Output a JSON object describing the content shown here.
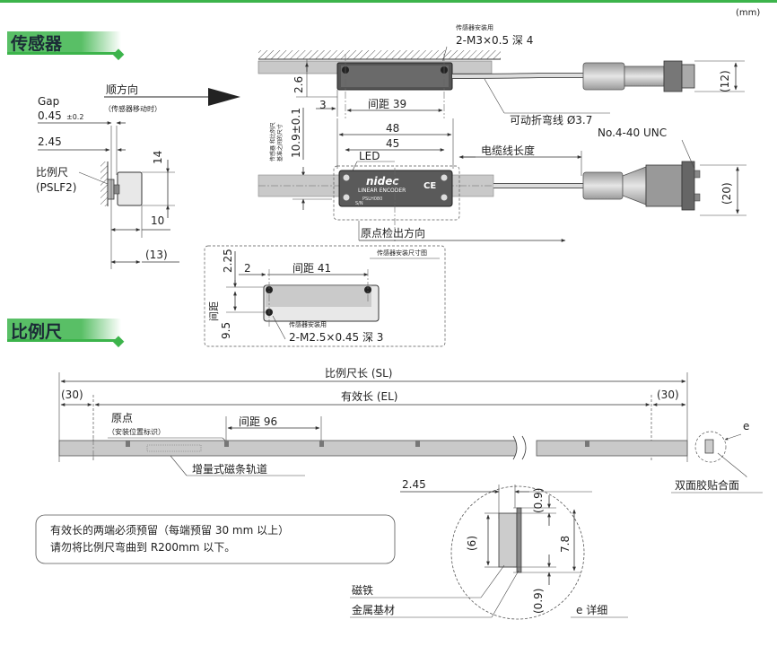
{
  "unit": "(mm)",
  "colors": {
    "accent_green": "#3cb44b",
    "rail_gray": "#c9c9c9",
    "body_dark": "#555555"
  },
  "sections": {
    "sensor": "传感器",
    "scale": "比例尺"
  },
  "sensor_side": {
    "gap_label": "Gap",
    "gap_value": "0.45",
    "gap_tol": "±0.2",
    "dim_245": "2.45",
    "scale_label": "比例尺",
    "scale_model": "(PSLF2)",
    "dim_14": "14",
    "dim_10": "10",
    "dim_13": "(13)"
  },
  "direction": {
    "label": "顺方向",
    "sub": "（传感器移动时）"
  },
  "sensor_top": {
    "mount_title": "传感器安装用",
    "mount_thread": "2-M3×0.5 深 4",
    "dim_26": "2.6",
    "dim_3": "3",
    "pitch_39": "间距 39",
    "cable_note": "可动折弯线 Ø3.7",
    "dim_12": "(12)"
  },
  "sensor_front": {
    "vert_note_1": "传感器 和比例尺",
    "vert_note_2": "基准之间的尺寸",
    "dim_109": "10.9±0.1",
    "dim_48": "48",
    "dim_45": "45",
    "led": "LED",
    "cable_length": "电缆线长度",
    "connector": "No.4-40 UNC",
    "dim_20": "(20)",
    "origin_dir": "原点检出方向",
    "logo": "nidec",
    "brand": "LINEAR ENCODER",
    "model": "PSLH080",
    "sn": "S/N"
  },
  "mount_box": {
    "title": "传感器安装尺寸图",
    "dim_225": "2.25",
    "dim_2": "2",
    "pitch_41": "间距 41",
    "pitch_vert": "间距",
    "dim_95": "9.5",
    "mount_title": "传感器安装用",
    "mount_thread": "2-M2.5×0.45 深 3"
  },
  "scale": {
    "sl": "比例尺长 (SL)",
    "el": "有效长 (EL)",
    "margin_l": "(30)",
    "margin_r": "(30)",
    "origin": "原点",
    "origin_sub": "（安装位置标识）",
    "pitch_96": "间距 96",
    "track": "增量式磁条轨道",
    "e_label": "e",
    "tape": "双面胶贴合面"
  },
  "note": {
    "line1": "有效长的两端必须预留（每端预留 30 mm 以上）",
    "line2": "请勿将比例尺弯曲到 R200mm 以下。"
  },
  "detail": {
    "dim_245": "2.45",
    "dim_09a": "(0.9)",
    "dim_6": "(6)",
    "dim_78": "7.8",
    "dim_09b": "(0.9)",
    "magnet": "磁铁",
    "base": "金属基材",
    "title": "e 详细"
  }
}
